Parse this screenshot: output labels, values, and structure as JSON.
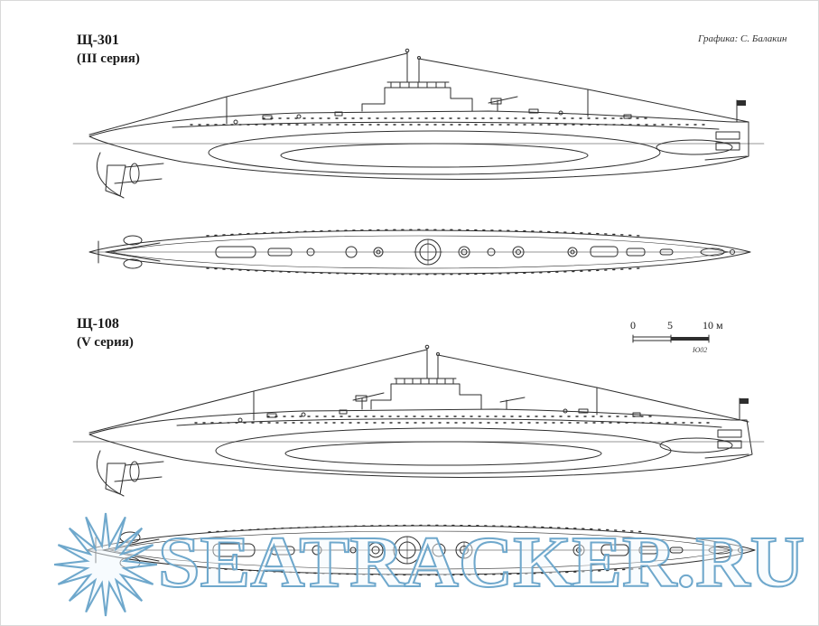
{
  "page": {
    "background": "#ffffff",
    "line_color": "#2e2e2e"
  },
  "subs": [
    {
      "name": "Щ-301",
      "series": "(III серия)"
    },
    {
      "name": "Щ-108",
      "series": "(V серия)"
    }
  ],
  "credit": "Графика: С. Балакин",
  "scale_bar": {
    "ticks": [
      "0",
      "5",
      "10 м"
    ],
    "note": "Ю02"
  },
  "watermark": {
    "text": "SEATRACKER.RU",
    "color": "#6fa8cc"
  }
}
